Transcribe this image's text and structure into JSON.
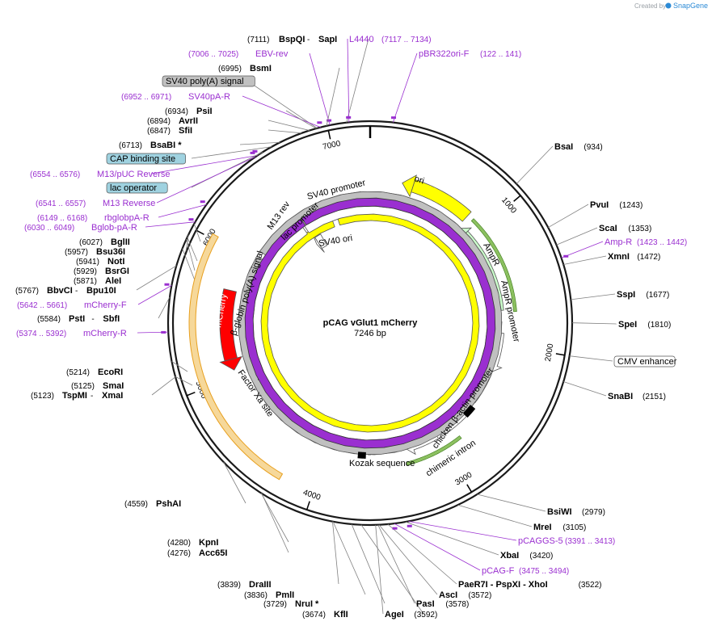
{
  "watermark": {
    "prefix": "Created by",
    "brand": "SnapGene"
  },
  "plasmid": {
    "name": "pCAG vGlut1 mCherry",
    "length_label": "7246 bp",
    "length": 7246
  },
  "colors": {
    "backbone": "#1a1a1a",
    "primer": "#9a2fd0",
    "ori": "#ffff00",
    "ampr": "#ccffcc",
    "mcherry": "#ff0000",
    "cds_outline": "#e8a020",
    "enzyme_line": "#808080",
    "primer_line": "#9a2fd0"
  },
  "tick_labels": [
    {
      "bp": 1000,
      "label": "1000"
    },
    {
      "bp": 2000,
      "label": "2000"
    },
    {
      "bp": 3000,
      "label": "3000"
    },
    {
      "bp": 4000,
      "label": "4000"
    },
    {
      "bp": 5000,
      "label": "5000"
    },
    {
      "bp": 6000,
      "label": "6000"
    },
    {
      "bp": 7000,
      "label": "7000"
    }
  ],
  "labels": [
    {
      "type": "enzyme",
      "pos": "(7111)",
      "name": "BspQI",
      "name2": "SapI",
      "sep": " - ",
      "bp": 7111
    },
    {
      "type": "feature_primer",
      "name": "L4440",
      "pos2": "(7117 .. 7134)",
      "bp": 7125
    },
    {
      "type": "primer",
      "pos": "(7006 .. 7025)",
      "name": "EBV-rev",
      "bp": 7015
    },
    {
      "type": "primer_r",
      "name": "pBR322ori-F",
      "pos2": "(122 .. 141)",
      "bp": 131
    },
    {
      "type": "enzyme",
      "pos": "(6995)",
      "name": "BsmI",
      "bp": 6995
    },
    {
      "type": "boxed",
      "name": "SV40 poly(A) signal",
      "bp": 6940,
      "fill": "#c0c0c0"
    },
    {
      "type": "primer",
      "pos": "(6952 .. 6971)",
      "name": "SV40pA-R",
      "bp": 6961
    },
    {
      "type": "enzyme",
      "pos": "(6934)",
      "name": "PsiI",
      "bp": 6934
    },
    {
      "type": "enzyme",
      "pos": "(6894)",
      "name": "AvrII",
      "bp": 6894
    },
    {
      "type": "enzyme",
      "pos": "(6847)",
      "name": "SfiI",
      "bp": 6847
    },
    {
      "type": "enzyme",
      "pos": "(6713)",
      "name": "BsaBI *",
      "bp": 6713
    },
    {
      "type": "boxed",
      "name": "CAP binding site",
      "bp": 6660,
      "fill": "#9fd2e0"
    },
    {
      "type": "primer",
      "pos": "(6554 .. 6576)",
      "name": "M13/pUC Reverse",
      "bp": 6565
    },
    {
      "type": "boxed",
      "name": "lac operator",
      "bp": 6600,
      "fill": "#9fd2e0"
    },
    {
      "type": "primer",
      "pos": "(6541 .. 6557)",
      "name": "M13 Reverse",
      "bp": 6549
    },
    {
      "type": "primer",
      "pos": "(6149 .. 6168)",
      "name": "rbglobpA-R",
      "bp": 6158
    },
    {
      "type": "primer",
      "pos": "(6030 .. 6049)",
      "name": "Bglob-pA-R",
      "bp": 6040
    },
    {
      "type": "enzyme",
      "pos": "(6027)",
      "name": "BglII",
      "bp": 6027
    },
    {
      "type": "enzyme",
      "pos": "(5957)",
      "name": "Bsu36I",
      "bp": 5957
    },
    {
      "type": "enzyme",
      "pos": "(5941)",
      "name": "NotI",
      "bp": 5941
    },
    {
      "type": "enzyme",
      "pos": "(5929)",
      "name": "BsrGI",
      "bp": 5929
    },
    {
      "type": "enzyme",
      "pos": "(5871)",
      "name": "AleI",
      "bp": 5871
    },
    {
      "type": "enzyme",
      "pos": "(5767)",
      "name": "BbvCI",
      "name2": "Bpu10I",
      "sep": " - ",
      "bp": 5767
    },
    {
      "type": "primer",
      "pos": "(5642 .. 5661)",
      "name": "mCherry-F",
      "bp": 5651
    },
    {
      "type": "enzyme",
      "pos": "(5584)",
      "name": "PstI",
      "name2": "SbfI",
      "sep": " - ",
      "bp": 5584
    },
    {
      "type": "primer",
      "pos": "(5374 .. 5392)",
      "name": "mCherry-R",
      "bp": 5383
    },
    {
      "type": "enzyme",
      "pos": "(5214)",
      "name": "EcoRI",
      "bp": 5214
    },
    {
      "type": "enzyme",
      "pos": "(5125)",
      "name": "SmaI",
      "bp": 5125
    },
    {
      "type": "enzyme",
      "pos": "(5123)",
      "name": "TspMI",
      "name2": "XmaI",
      "sep": " - ",
      "bp": 5123
    },
    {
      "type": "enzyme",
      "pos": "(4559)",
      "name": "PshAI",
      "bp": 4559
    },
    {
      "type": "enzyme",
      "pos": "(4280)",
      "name": "KpnI",
      "bp": 4280
    },
    {
      "type": "enzyme",
      "pos": "(4276)",
      "name": "Acc65I",
      "bp": 4276
    },
    {
      "type": "enzyme",
      "pos": "(3839)",
      "name": "DraIII",
      "bp": 3839
    },
    {
      "type": "enzyme",
      "pos": "(3836)",
      "name": "PmlI",
      "bp": 3836
    },
    {
      "type": "enzyme",
      "pos": "(3729)",
      "name": "NruI *",
      "bp": 3729
    },
    {
      "type": "enzyme",
      "pos": "(3674)",
      "name": "KflI",
      "bp": 3674
    },
    {
      "type": "enzyme_r",
      "name": "AgeI",
      "pos2": "(3592)",
      "bp": 3592
    },
    {
      "type": "enzyme_r",
      "name": "PasI",
      "pos2": "(3578)",
      "bp": 3578
    },
    {
      "type": "enzyme_r",
      "name": "AscI",
      "pos2": "(3572)",
      "bp": 3572
    },
    {
      "type": "enzyme_r",
      "name": "PaeR7I - PspXI - XhoI",
      "pos2": "(3522)",
      "bp": 3522
    },
    {
      "type": "primer_r",
      "name": "pCAG-F",
      "pos2": "(3475 .. 3494)",
      "bp": 3485
    },
    {
      "type": "enzyme_r",
      "name": "XbaI",
      "pos2": "(3420)",
      "bp": 3420
    },
    {
      "type": "primer_r",
      "name": "pCAGGS-5",
      "pos2": "(3391 .. 3413)",
      "bp": 3402
    },
    {
      "type": "enzyme_r",
      "name": "MreI",
      "pos2": "(3105)",
      "bp": 3105
    },
    {
      "type": "enzyme_r",
      "name": "BsiWI",
      "pos2": "(2979)",
      "bp": 2979
    },
    {
      "type": "enzyme_r",
      "name": "SnaBI",
      "pos2": "(2151)",
      "bp": 2151
    },
    {
      "type": "boxed_r",
      "name": "CMV enhancer",
      "bp": 2000,
      "fill": "#ffffff"
    },
    {
      "type": "enzyme_r",
      "name": "SpeI",
      "pos2": "(1810)",
      "bp": 1810
    },
    {
      "type": "enzyme_r",
      "name": "SspI",
      "pos2": "(1677)",
      "bp": 1677
    },
    {
      "type": "enzyme_r",
      "name": "XmnI",
      "pos2": "(1472)",
      "bp": 1472
    },
    {
      "type": "primer_r",
      "name": "Amp-R",
      "pos2": "(1423 .. 1442)",
      "bp": 1432
    },
    {
      "type": "enzyme_r",
      "name": "ScaI",
      "pos2": "(1353)",
      "bp": 1353
    },
    {
      "type": "enzyme_r",
      "name": "PvuI",
      "pos2": "(1243)",
      "bp": 1243
    },
    {
      "type": "enzyme_r",
      "name": "BsaI",
      "pos2": "(934)",
      "bp": 934
    }
  ],
  "inner_features": [
    {
      "name": "ori",
      "kind": "arrow_ccw",
      "start": 850,
      "end": 260,
      "ring": 178,
      "fill": "#ffff00"
    },
    {
      "name": "AmpR",
      "kind": "arrow_ccw",
      "start": 1700,
      "end": 850,
      "ring": 158,
      "fill": "#ccffcc"
    },
    {
      "name": "AmpR promoter",
      "kind": "box",
      "start": 1800,
      "end": 1700,
      "ring": 158,
      "fill": "#ffffff"
    },
    {
      "name": "CMV enhancer",
      "kind": "arrow_cw",
      "start": 1900,
      "end": 2280,
      "ring": 158,
      "fill": "#ffffff"
    },
    {
      "name": "chicken β-actin promoter",
      "kind": "box",
      "start": 2280,
      "end": 2560,
      "ring": 158,
      "fill": "#ffffff"
    },
    {
      "name": "chimeric intron",
      "kind": "arrow_cw",
      "start": 2700,
      "end": 3330,
      "ring": 158,
      "fill": "#ffffff"
    },
    {
      "name": "Kozak sequence",
      "kind": "mark",
      "start": 3620,
      "end": 3640,
      "ring": 158,
      "fill": "#ffffff"
    },
    {
      "name": "mCherry",
      "kind": "arrow_ccw",
      "start": 5700,
      "end": 5050,
      "ring": 178,
      "fill": "#ff0000"
    },
    {
      "name": "β-globin poly(A) signal",
      "kind": "box",
      "start": 6100,
      "end": 6050,
      "ring": 158,
      "fill": "#c0c0c0"
    },
    {
      "name": "Factor Xa site",
      "kind": "mark",
      "start": 4890,
      "end": 4900,
      "ring": 150,
      "fill": "#e0c0c0"
    },
    {
      "name": "SV40 promoter",
      "kind": "arrow_ccw",
      "start": 6660,
      "end": 6560,
      "ring": 118,
      "fill": "#ffffff"
    },
    {
      "name": "SV40 ori",
      "kind": "box",
      "start": 6900,
      "end": 6840,
      "ring": 132,
      "fill": "#ffff00"
    },
    {
      "name": "lac promoter",
      "kind": "box",
      "start": 6560,
      "end": 6540,
      "ring": 140,
      "fill": "#ffffff"
    },
    {
      "name": "M13 rev",
      "kind": "mark",
      "start": 6580,
      "end": 6570,
      "ring": 150,
      "fill": "#9a2fd0"
    }
  ],
  "inner_text": {
    "ori": "ori",
    "ampr": "AmpR",
    "ampr_promoter": "AmpR promoter",
    "cba_promoter": "chicken β-actin promoter",
    "chimeric_intron": "chimeric intron",
    "kozak": "Kozak sequence",
    "mcherry": "mCherry",
    "bglobin": "β-globin poly(A) signal",
    "factor_xa": "Factor Xa site",
    "sv40_promoter": "SV40 promoter",
    "sv40_ori": "SV40 ori",
    "lac_promoter": "lac promoter",
    "m13_rev": "M13 rev"
  }
}
